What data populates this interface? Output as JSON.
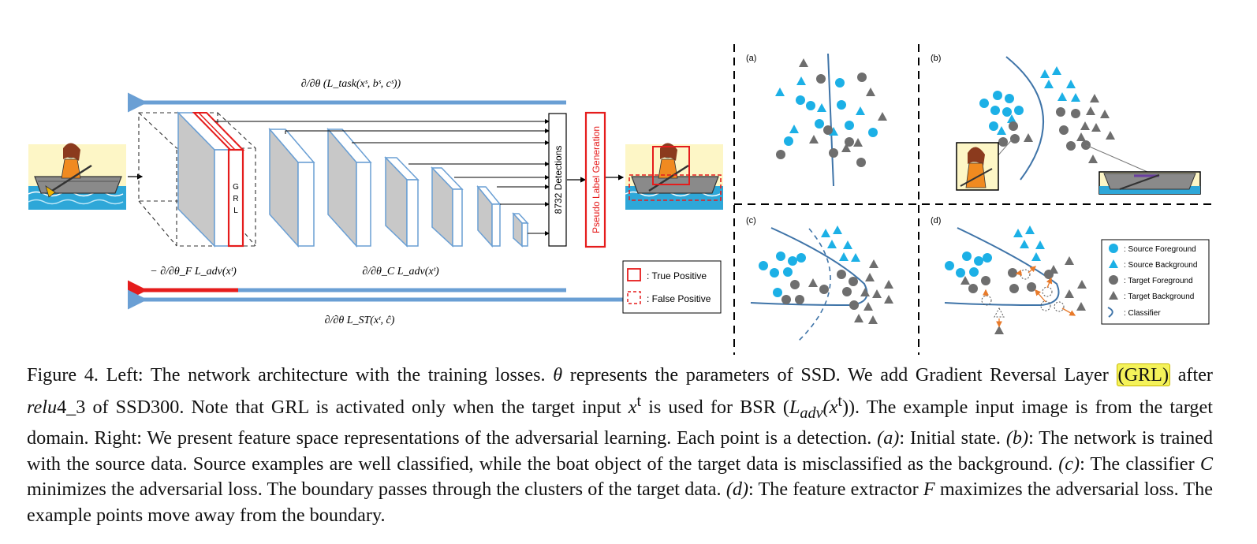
{
  "figure": {
    "left": {
      "labels": {
        "grl": [
          "G",
          "R",
          "L"
        ],
        "detections": "8732 Detections",
        "pseudo": "Pseudo Label Generation",
        "loss_task": "∂/∂θ (L_task(xˢ, bˢ, cˢ))",
        "loss_adv_f": "− ∂/∂θ_F L_adv(xᵗ)",
        "loss_adv_c": "∂/∂θ_C L_adv(xᵗ)",
        "loss_st": "∂/∂θ L_ST(xᵗ, ĉ)"
      },
      "legend": {
        "true_positive": ": True Positive",
        "false_positive": ": False Positive"
      }
    },
    "right": {
      "panel_labels": [
        "(a)",
        "(b)",
        "(c)",
        "(d)"
      ],
      "legend": {
        "source_fg": ": Source Foreground",
        "source_bg": ": Source Background",
        "target_fg": ": Target Foreground",
        "target_bg": ": Target Background",
        "classifier": ": Classifier"
      },
      "colors": {
        "source": "#1cb0e6",
        "target": "#6e6e6e",
        "classifier": "#3f74a8",
        "arrow": "#e87a2a"
      }
    }
  },
  "caption": {
    "figure_label": "Figure 4.",
    "p1": " Left: The network architecture with the training losses. ",
    "theta": "θ",
    "p2": " represents the parameters of SSD. We add Gradient Reversal Layer ",
    "grl": "(GRL)",
    "p3": " after ",
    "relu": "relu",
    "relu_num": "4_3",
    "p4": " of SSD300. Note that GRL is activated only when the target input ",
    "xt": "x",
    "xt_sup": "t",
    "p5": " is used for BSR (",
    "ladv": "L",
    "ladv_sub": "adv",
    "ladv_arg": "(x",
    "ladv_sup": "t",
    "ladv_close": ")).",
    "p6": " The example input image is from the target domain. Right: We present feature space representations of the adversarial learning. Each point is a detection. ",
    "a": "(a)",
    "p7": ": Initial state. ",
    "b": "(b)",
    "p8": ": The network is trained with the source data. Source examples are well classified, while the boat object of the target data is misclassified as the background. ",
    "c": "(c)",
    "p9": ": The classifier ",
    "C": "C",
    "p10": " minimizes the adversarial loss. The boundary passes through the clusters of the target data. ",
    "d": "(d)",
    "p11": ": The feature extractor ",
    "F": "F",
    "p12": " maximizes the adversarial loss. The example points move away from the boundary."
  }
}
